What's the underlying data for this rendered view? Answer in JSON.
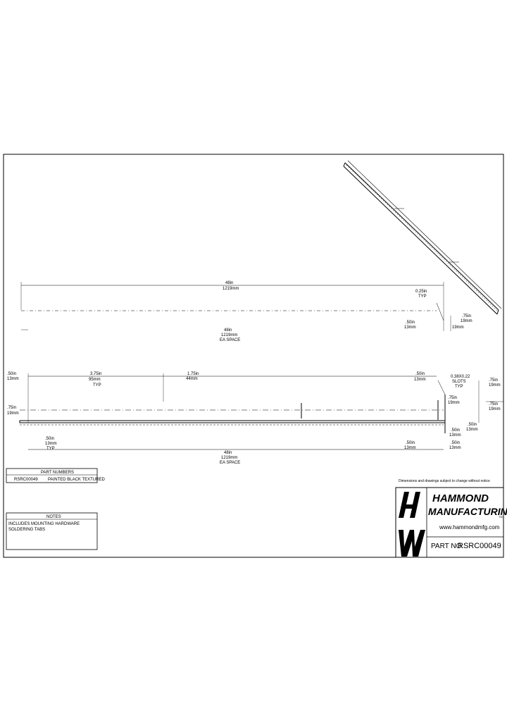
{
  "drawing": {
    "top_view": {
      "overall_length_label": "48in",
      "overall_length_metric": "1219mm",
      "hole_spacing_label": "48in",
      "hole_spacing_metric": "1219mm",
      "hole_spacing_note": "EA SPACE",
      "edge_offset_label": "0.25in",
      "edge_offset_note": "TYP",
      "side_width_label": ".75in",
      "side_width_metric": "19mm",
      "bottom_offset_label": ".50in",
      "bottom_offset_metric": "13mm"
    },
    "front_view": {
      "left_offset_label": ".50in",
      "left_offset_metric": "13mm",
      "first_span_label": "3.75in",
      "first_span_metric": "95mm",
      "first_span_note": "TYP",
      "second_span_label": "1.75in",
      "second_span_metric": "44mm",
      "right_offset_label": ".50in",
      "right_offset_metric": "13mm",
      "slot_label": "0.38X0.22",
      "slot_note": "SLOTS",
      "slot_typ": "TYP",
      "height_label": ".75in",
      "height_metric": "19mm",
      "left_height_label": ".75in",
      "left_height_metric": "19mm",
      "side_label": ".50in",
      "side_metric": "13mm",
      "side_note": "TYP",
      "overall_length_label": "48in",
      "overall_length_metric": "1219mm",
      "overall_note": "EA SPACE",
      "inner_height_label": ".75in",
      "inner_height_metric": "19mm",
      "bottom_label": ".50in",
      "bottom_metric": "13mm",
      "end_label": ".50in",
      "end_metric": "13mm",
      "flange_label": ".50in",
      "flange_metric": "13mm",
      "flange_height_label": ".75in",
      "flange_height_metric": "19mm"
    }
  },
  "part_numbers_box": {
    "title": "PART NUMBERS",
    "part": "RSRC00049",
    "description": "PAINTED BLACK TEXTURED"
  },
  "notes_box": {
    "title": "NOTES",
    "lines": [
      "INCLUDES MOUNTING HARDWARE",
      "SOLDERING TABS"
    ]
  },
  "title_block": {
    "disclaimer": "Dimensions and drawings subject to change without notice",
    "company_line1": "HAMMOND",
    "company_line2": "MANUFACTURING",
    "trademark": "TM",
    "website": "www.hammondmfg.com",
    "part_no_label": "PART NO.",
    "part_no_value": "RSRC00049"
  },
  "colors": {
    "ink": "#000000",
    "paper": "#ffffff"
  }
}
